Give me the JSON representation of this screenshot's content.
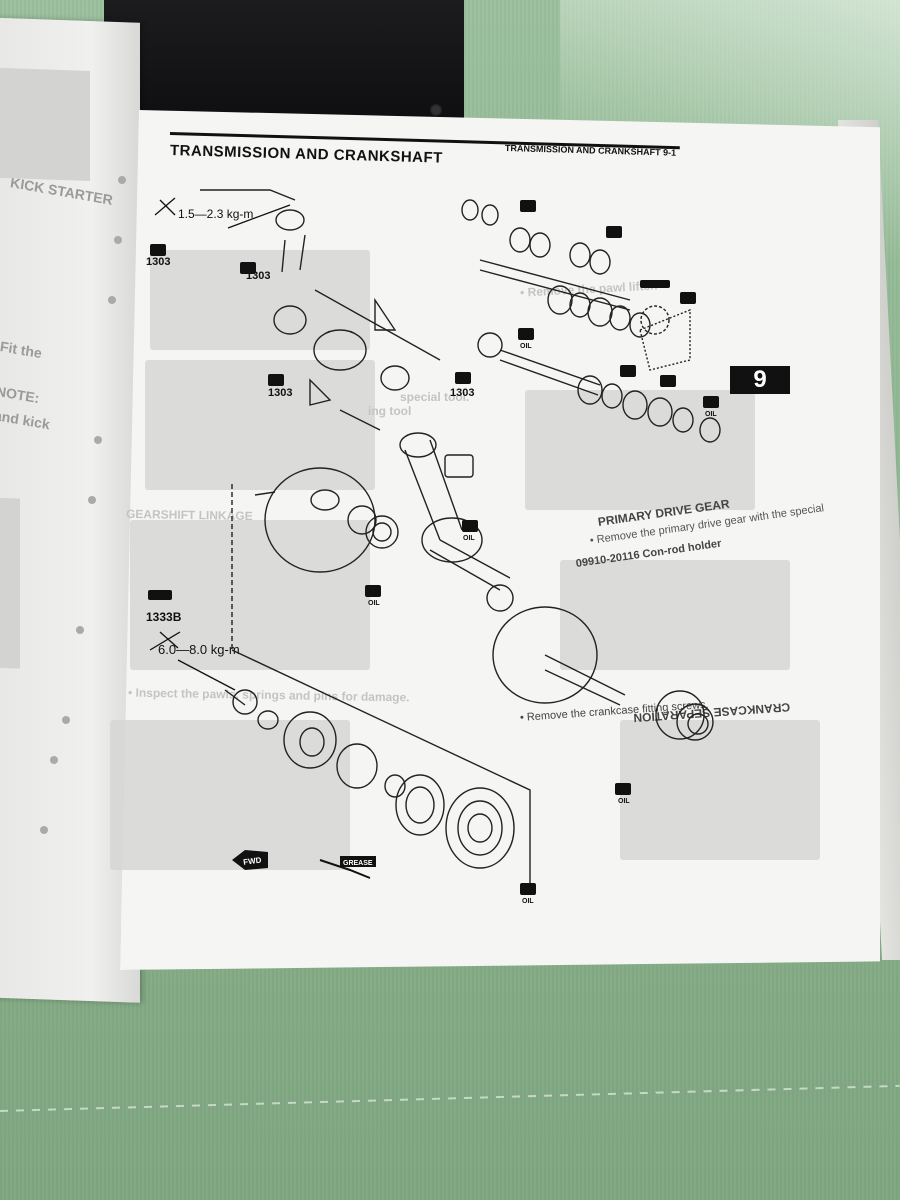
{
  "page": {
    "header_left": "TRANSMISSION AND CRANKSHAFT",
    "header_right": "TRANSMISSION AND CRANKSHAFT 9-1",
    "section_number": "9"
  },
  "callouts": {
    "torque_top": "1.5—2.3 kg-m",
    "torque_bottom": "6.0—8.0 kg-m",
    "thread_lock_a": "1303",
    "thread_lock_b": "1303",
    "thread_lock_c": "1303",
    "thread_lock_d": "1303",
    "thread_lock_e": "1333B",
    "oil": "OIL",
    "grease": "GREASE",
    "fwd": "FWD"
  },
  "background_text": {
    "primary_drive_title": "PRIMARY DRIVE GEAR",
    "primary_drive_line": "• Remove the primary drive gear with the special",
    "primary_drive_tool": "09910-20116   Con-rod holder",
    "crankcase_title": "CRANKCASE SEPARATION",
    "crankcase_line": "• Remove the crankcase fitting screws.",
    "inspect_line": "• Inspect the pawls, springs and pins for damage.",
    "gearshift_title": "GEARSHIFT LINKAGE",
    "tool_line": "• Remove the pawl lifter.",
    "special_tool": "special tool.",
    "shifting_tool": "ing tool"
  },
  "left_page_text": [
    "KICK STARTER",
    "Fit the",
    "NOTE:",
    "and kick"
  ]
}
